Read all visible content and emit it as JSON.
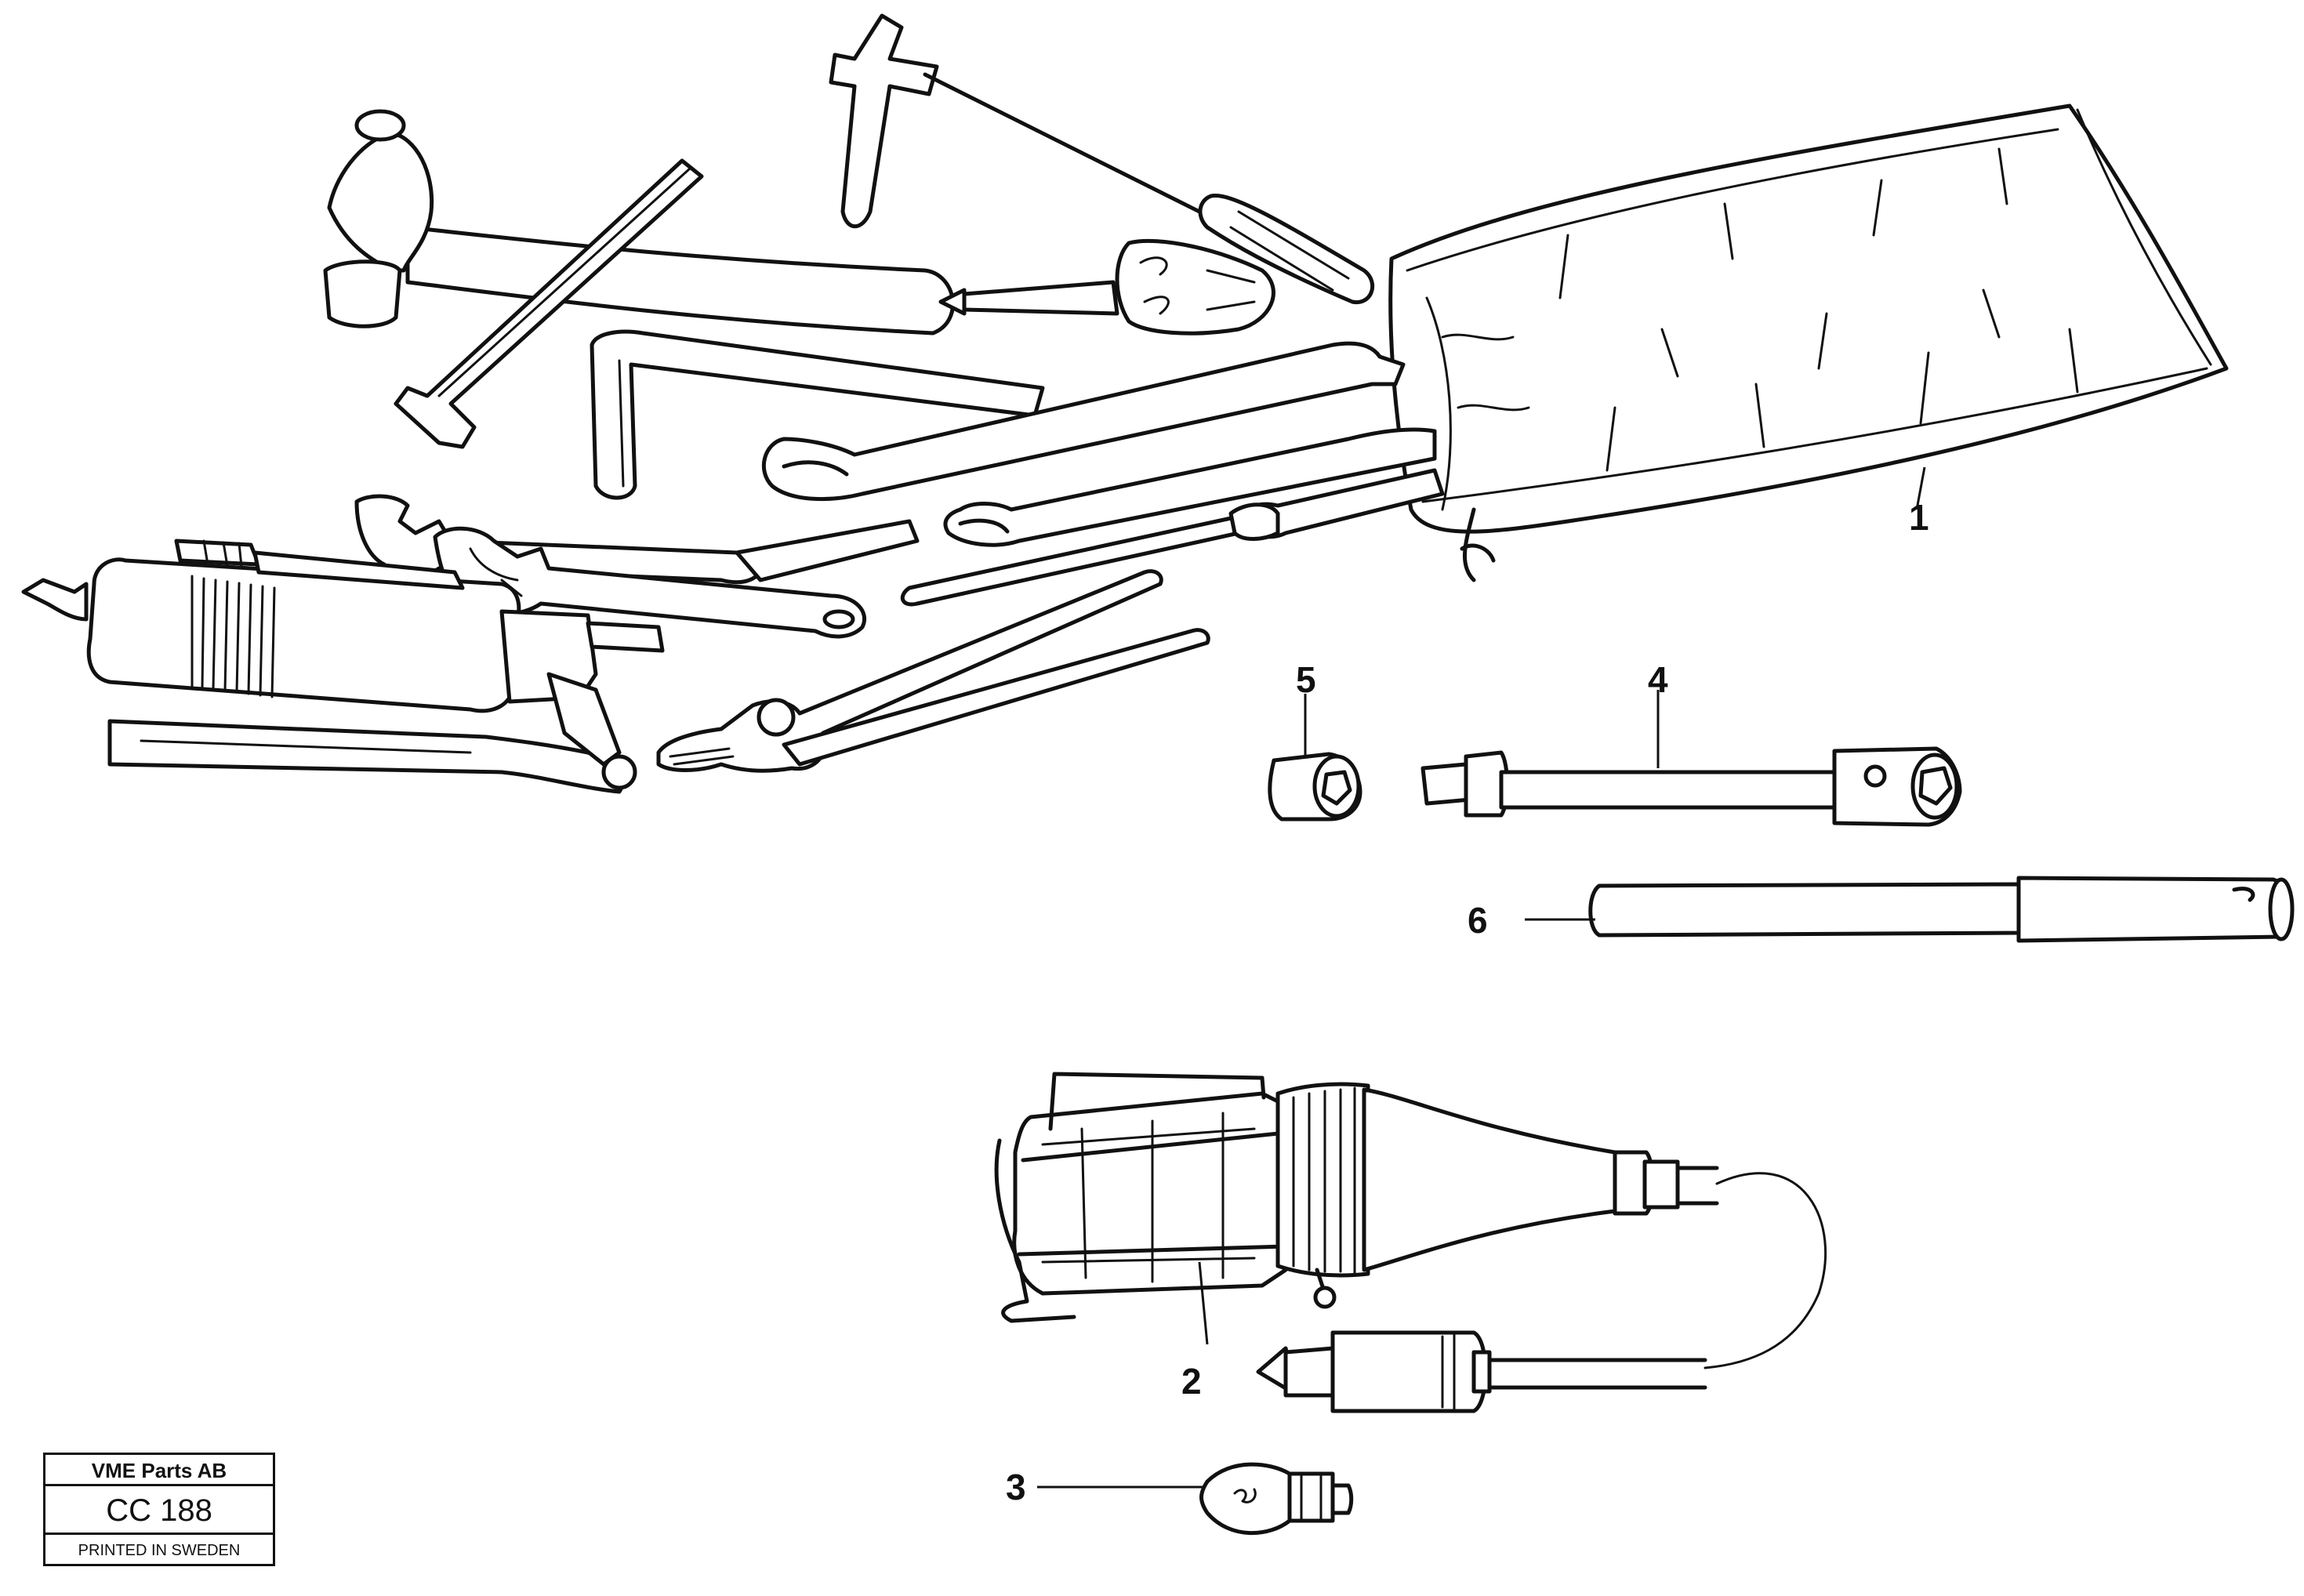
{
  "callouts": {
    "c1": "1",
    "c2": "2",
    "c3": "3",
    "c4": "4",
    "c5": "5",
    "c6": "6"
  },
  "stamp": {
    "company": "VME Parts AB",
    "code": "CC 188",
    "printed": "PRINTED IN SWEDEN"
  }
}
